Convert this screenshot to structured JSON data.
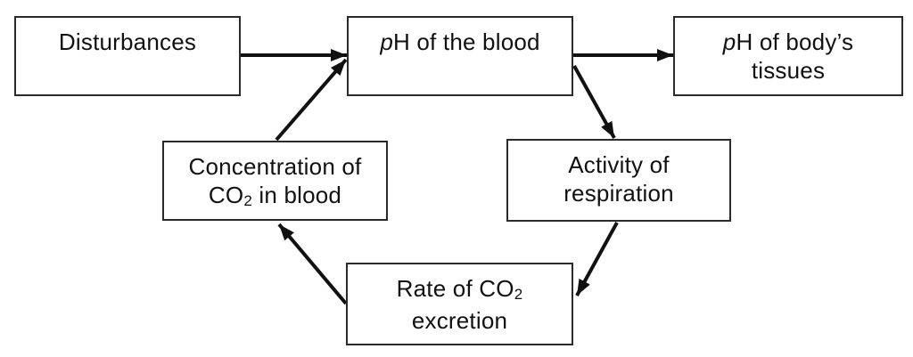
{
  "boxes": {
    "disturbances": {
      "text": "Disturbances"
    },
    "ph_blood": {
      "italic": "p",
      "text": "H of the blood"
    },
    "ph_tissues": {
      "italic": "p",
      "line1": "H of body’s",
      "line2": "tissues"
    },
    "concentration": {
      "line1": "Concentration of",
      "line2_pre": "CO",
      "line2_sub": "2",
      "line2_post": " in blood"
    },
    "activity": {
      "line1": "Activity of",
      "line2": "respiration"
    },
    "rate": {
      "line1_pre": "Rate of CO",
      "line1_sub": "2",
      "line2": "excretion"
    }
  },
  "edges": [
    {
      "from": "disturbances",
      "to": "ph-of-the-blood"
    },
    {
      "from": "ph-of-the-blood",
      "to": "ph-of-bodys-tissues"
    },
    {
      "from": "ph-of-the-blood",
      "to": "activity-of-respiration"
    },
    {
      "from": "activity-of-respiration",
      "to": "rate-of-co2-excretion"
    },
    {
      "from": "rate-of-co2-excretion",
      "to": "concentration-of-co2-in-blood"
    },
    {
      "from": "concentration-of-co2-in-blood",
      "to": "ph-of-the-blood"
    }
  ],
  "colors": {
    "background": "#ffffff",
    "box_border": "#2b2b2b",
    "arrow": "#111111",
    "text": "#111111"
  }
}
